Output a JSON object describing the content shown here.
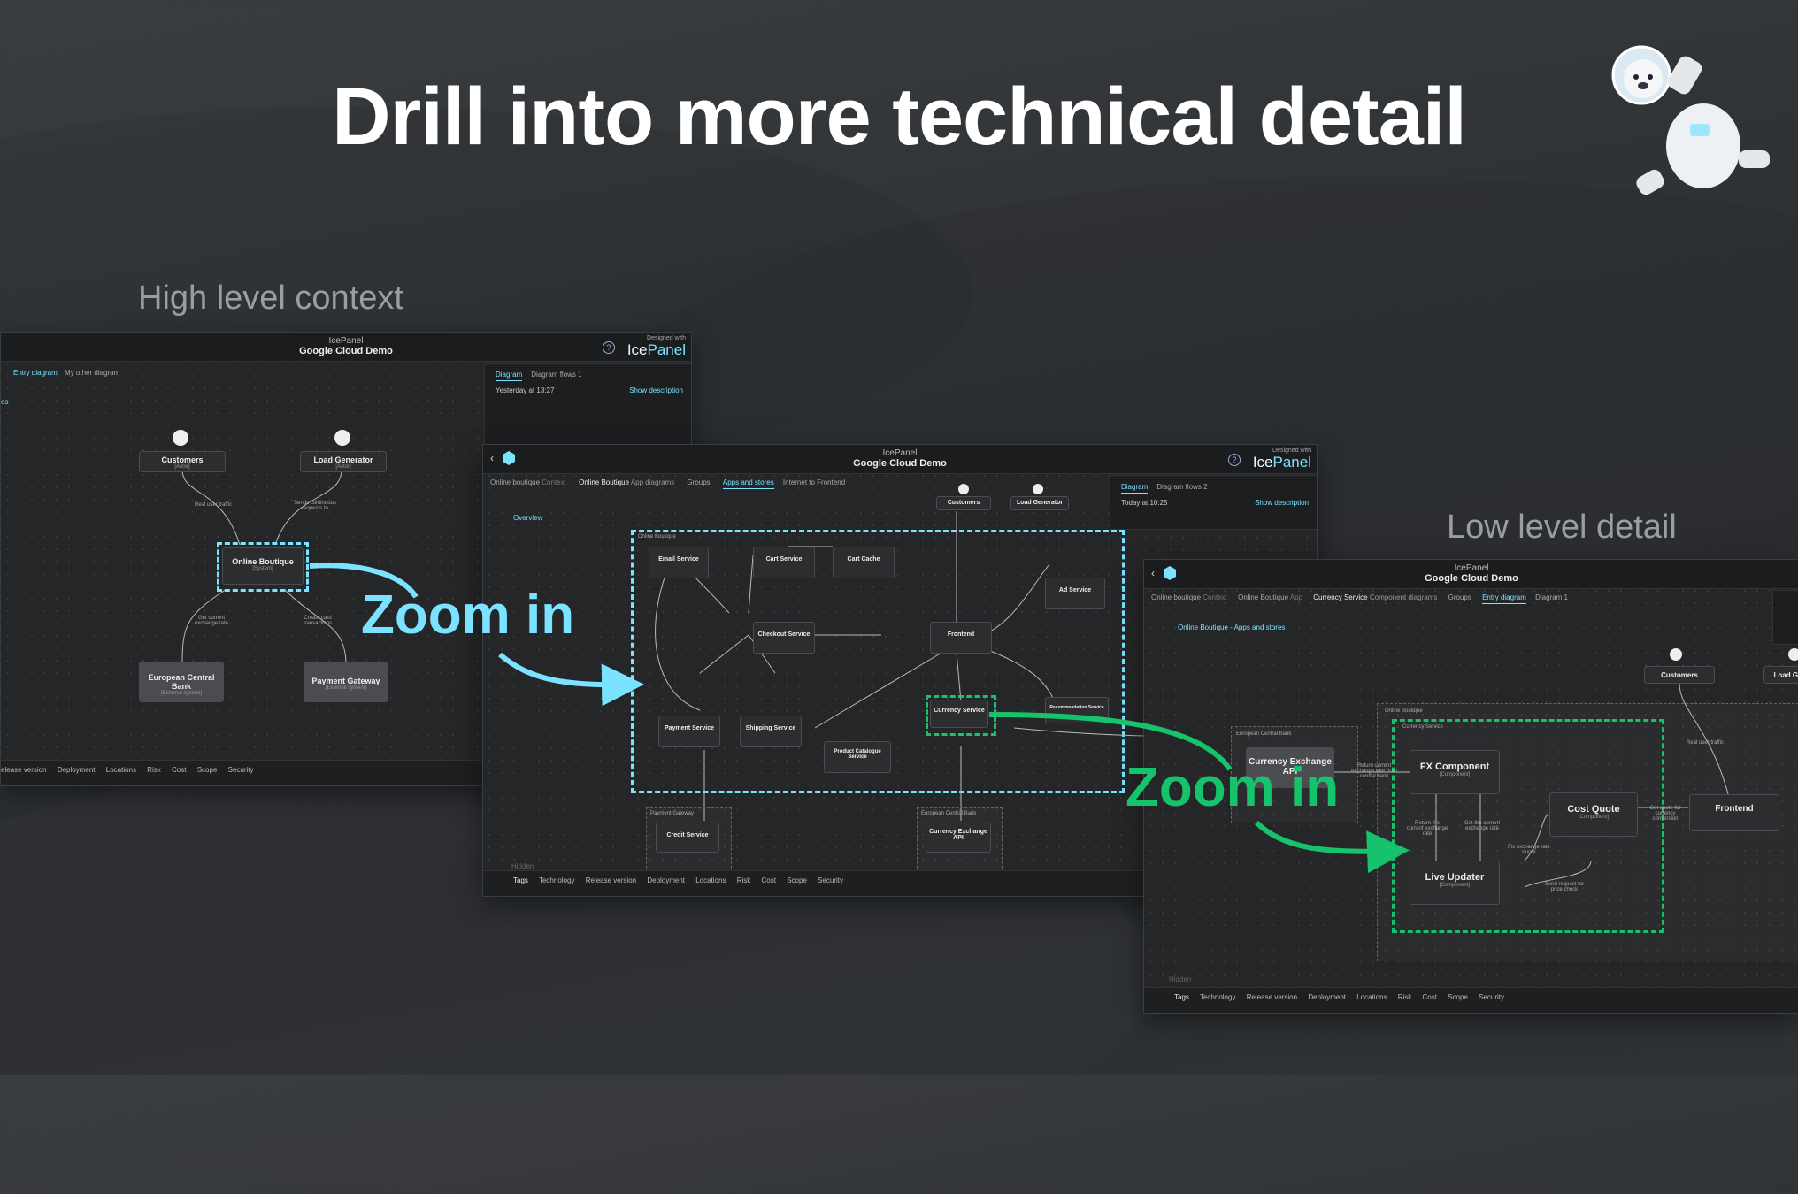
{
  "headline": "Drill into more technical detail",
  "labels": {
    "high": "High level context",
    "low": "Low level detail"
  },
  "zoom": {
    "first": "Zoom in",
    "second": "Zoom in"
  },
  "colors": {
    "cyan": "#7be3ff",
    "green": "#16c26b",
    "background": "#2f3235"
  },
  "common": {
    "brand": "IcePanel",
    "project": "Google Cloud Demo",
    "designed_with": "Designed with",
    "logo_ice": "Ice",
    "logo_panel": "Panel",
    "diagram_tab": "Diagram"
  },
  "shot1": {
    "tabs": [
      "Entry diagram",
      "My other diagram"
    ],
    "side": "es",
    "panel": {
      "flows": "Diagram flows 1",
      "time": "Yesterday at 13:27",
      "show": "Show description"
    },
    "nodes": {
      "customers": "Customers",
      "actor": "[Actor]",
      "load": "Load Generator",
      "boutique": "Online Boutique",
      "system": "[System]",
      "ecb": "European Central Bank",
      "payment": "Payment Gateway",
      "external": "[External system]"
    },
    "edges": {
      "real": "Real user traffic",
      "sends": "Sends continuous requests to",
      "rate": "Get current exchange rate",
      "card": "Create card transactions"
    },
    "bottom": [
      "elease version",
      "Deployment",
      "Locations",
      "Risk",
      "Cost",
      "Scope",
      "Security"
    ]
  },
  "shot2": {
    "crumbs": {
      "c1a": "Online boutique",
      "c1b": "Context",
      "c2a": "Online Boutique",
      "c2b": "App diagrams",
      "groups": "Groups",
      "apps": "Apps and stores",
      "internet": "Internet to Frontend",
      "overview": "Overview"
    },
    "panel": {
      "flows": "Diagram flows 2",
      "time": "Today at 10:25",
      "show": "Show description"
    },
    "nodes": [
      "Email Service",
      "Cart Service",
      "Cart Cache",
      "Ad Service",
      "Checkout Service",
      "Frontend",
      "Currency Service",
      "Payment Service",
      "Shipping Service",
      "Product Catalogue Service",
      "Recommendation Service",
      "Credit Service",
      "Currency Exchange API",
      "Customers",
      "Load Generator"
    ],
    "groups": {
      "boutique": "Online Boutique",
      "payment": "Payment Gateway",
      "ecb": "European Central Bank"
    },
    "hidden": "Hidden",
    "bottom": [
      "Tags",
      "Technology",
      "Release version",
      "Deployment",
      "Locations",
      "Risk",
      "Cost",
      "Scope",
      "Security"
    ]
  },
  "shot3": {
    "crumbs": {
      "c1a": "Online boutique",
      "c1b": "Context",
      "c2a": "Online Boutique",
      "c2b": "App",
      "c3a": "Currency Service",
      "c3b": "Component diagrams",
      "groups": "Groups",
      "entry": "Entry diagram",
      "d1": "Diagram 1",
      "back": "Online Boutique - Apps and stores"
    },
    "groups": {
      "ecb": "European Central Bank",
      "boutique": "Online Boutique",
      "currency": "Currency Service"
    },
    "nodes": {
      "api": "Currency Exchange API",
      "fx": "FX Component",
      "cost": "Cost Quote",
      "live": "Live Updater",
      "frontend": "Frontend",
      "customers": "Customers",
      "load": "Load Gen",
      "component": "[Component]"
    },
    "edges": {
      "ret1": "Return current exchange rate from central bank",
      "ret2": "Return the current exchange rate",
      "get": "Get the current exchange rate",
      "fix": "Fix exchange rate quote",
      "send": "Send request for price check",
      "getq": "Get quote for currency conversion",
      "real": "Real user traffic"
    },
    "hidden": "Hidden",
    "bottom": [
      "Tags",
      "Technology",
      "Release version",
      "Deployment",
      "Locations",
      "Risk",
      "Cost",
      "Scope",
      "Security"
    ]
  }
}
